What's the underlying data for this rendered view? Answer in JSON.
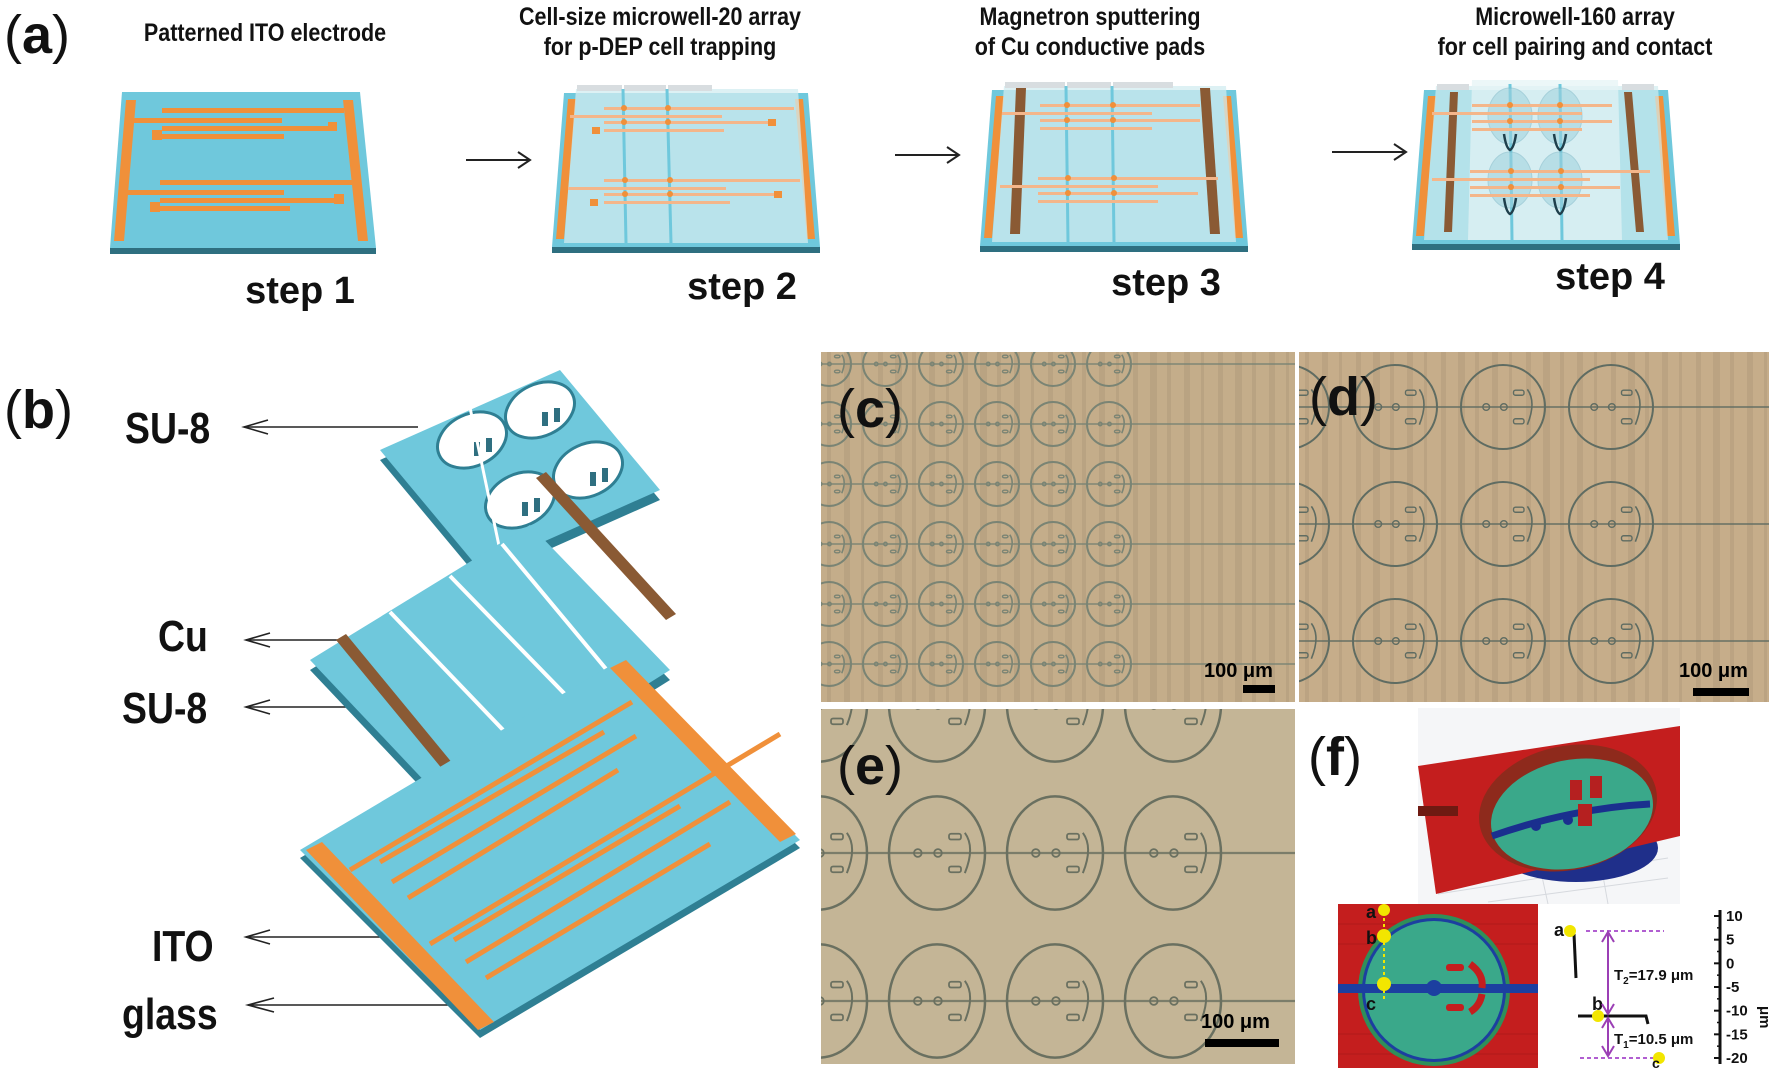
{
  "figure": {
    "panel_a": {
      "letter": "a",
      "steps": [
        {
          "title_line1": "Patterned ITO electrode",
          "title_line2": "",
          "label": "step 1"
        },
        {
          "title_line1": "Cell-size microwell-20 array",
          "title_line2": "for p-DEP cell trapping",
          "label": "step 2"
        },
        {
          "title_line1": "Magnetron sputtering",
          "title_line2": "of Cu conductive pads",
          "label": "step 3"
        },
        {
          "title_line1": "Microwell-160 array",
          "title_line2": "for cell pairing and contact",
          "label": "step 4"
        }
      ]
    },
    "panel_b": {
      "letter": "b",
      "layers": [
        "SU-8",
        "Cu",
        "SU-8",
        "ITO",
        "glass"
      ]
    },
    "panel_c": {
      "letter": "c",
      "scale_bar": "100 μm"
    },
    "panel_d": {
      "letter": "d",
      "scale_bar": "100 μm"
    },
    "panel_e": {
      "letter": "e",
      "scale_bar": "100 μm"
    },
    "panel_f": {
      "letter": "f",
      "points": [
        "a",
        "b",
        "c"
      ],
      "t2_label": "T",
      "t2_sub": "2",
      "t2_value": "=17.9 μm",
      "t1_label": "T",
      "t1_sub": "1",
      "t1_value": "=10.5 μm",
      "axis_unit": "μm",
      "axis_ticks": [
        "10",
        "5",
        "0",
        "-5",
        "-10",
        "-15",
        "-20"
      ]
    }
  },
  "colors": {
    "substrate": "#6fc8dc",
    "substrate_edge": "#2f7f93",
    "ito": "#f0903a",
    "cu": "#8a5a34",
    "su8_translucent": "#b8e2ea",
    "micro_bg": "#c3ab88",
    "micro_line": "#6e7a6a",
    "profile_red": "#c41e1e",
    "profile_green": "#3aa88a",
    "marker_yellow": "#f2e600",
    "arrow_purple": "#9b3fb5"
  }
}
